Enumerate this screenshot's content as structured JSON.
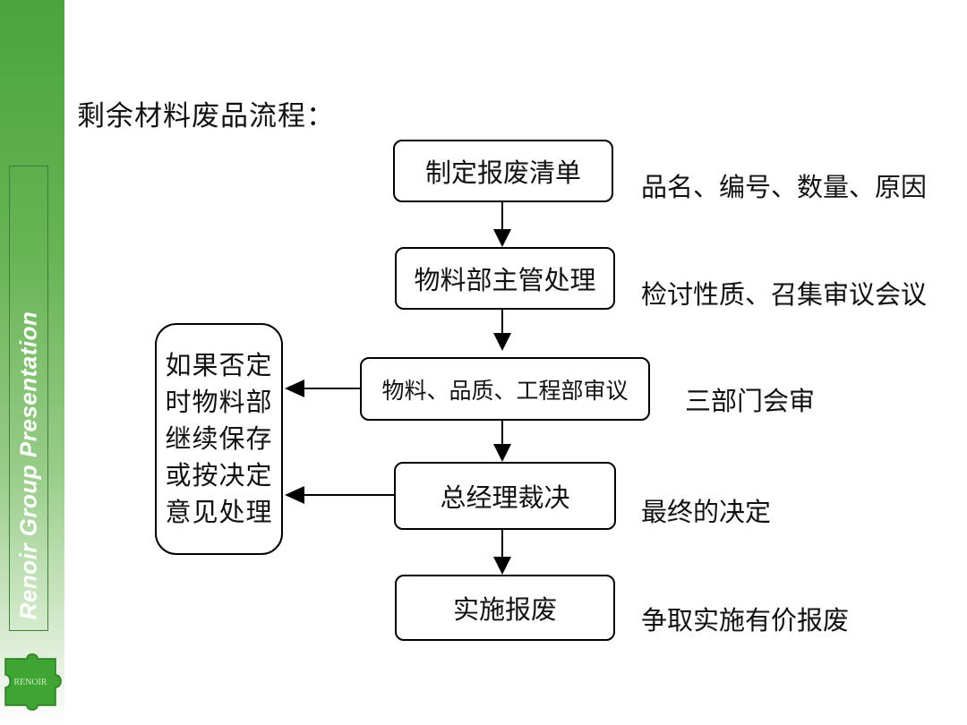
{
  "brand": {
    "side_text": "Renoir Group Presentation",
    "logo_text": "RENOIR",
    "sidebar_color": "#4aa43c"
  },
  "title": "剩余材料废品流程：",
  "steps": [
    {
      "label": "制定报废清单",
      "note": "品名、编号、数量、原因"
    },
    {
      "label": "物料部主管处理",
      "note": "检讨性质、召集审议会议"
    },
    {
      "label": "物料、品质、工程部审议",
      "note": "三部门会审"
    },
    {
      "label": "总经理裁决",
      "note": "最终的决定"
    },
    {
      "label": "实施报废",
      "note": "争取实施有价报废"
    }
  ],
  "side_box": "如果否定\n时物料部\n继续保存\n或按决定\n意见处理"
}
